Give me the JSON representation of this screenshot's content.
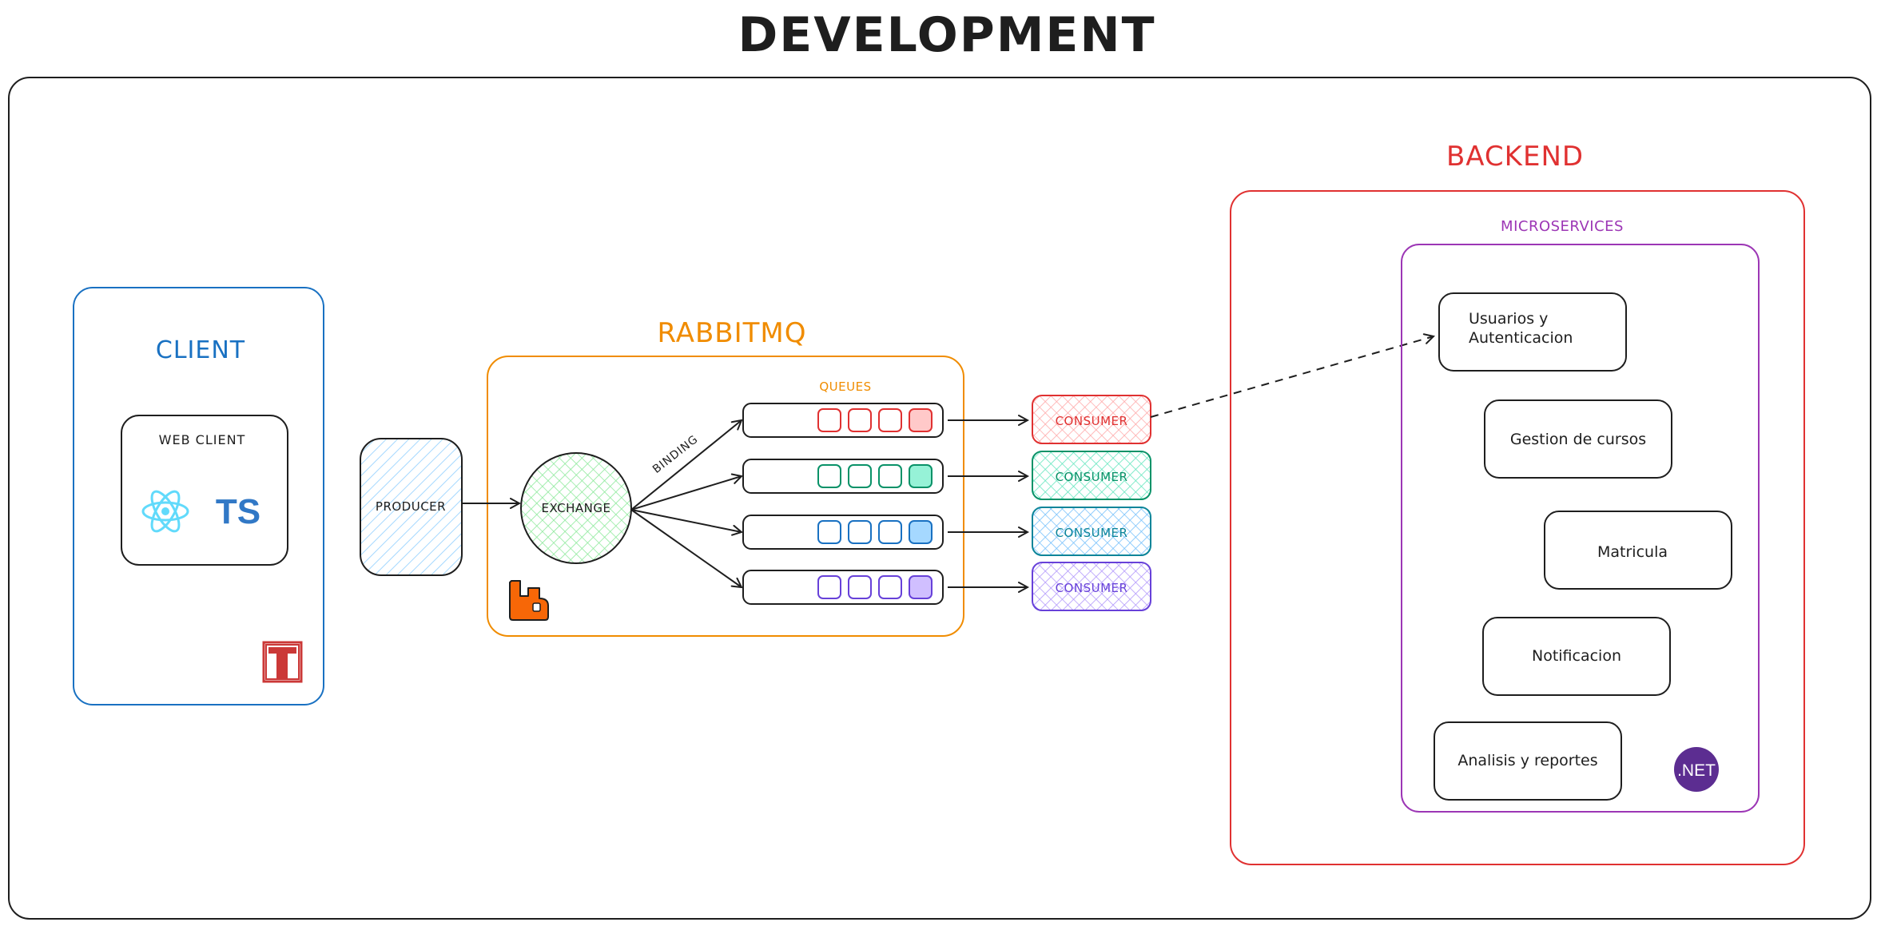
{
  "title": "DEVELOPMENT",
  "client": {
    "label": "CLIENT",
    "web_client": {
      "label": "WEB CLIENT",
      "ts_badge": "TS",
      "icons": [
        "react-icon",
        "typescript-icon",
        "npm-icon"
      ]
    }
  },
  "producer": {
    "label": "PRODUCER"
  },
  "rabbitmq": {
    "label": "RABBITMQ",
    "exchange_label": "EXCHANGE",
    "binding_label": "BINDING",
    "queues_label": "QUEUES",
    "icon": "rabbitmq-icon",
    "queues": [
      {
        "color": "#e03131",
        "fill": "#ffc9c9"
      },
      {
        "color": "#099268",
        "fill": "#96f2d7"
      },
      {
        "color": "#1971c2",
        "fill": "#a5d8ff"
      },
      {
        "color": "#6741d9",
        "fill": "#d0bfff"
      }
    ]
  },
  "consumers": [
    {
      "label": "CONSUMER",
      "color": "#e03131",
      "fill": "#ffc9c9"
    },
    {
      "label": "CONSUMER",
      "color": "#099268",
      "fill": "#96f2d7"
    },
    {
      "label": "CONSUMER",
      "color": "#0c8599",
      "fill": "#99e9f2"
    },
    {
      "label": "CONSUMER",
      "color": "#6741d9",
      "fill": "#d0bfff"
    }
  ],
  "backend": {
    "label": "BACKEND",
    "microservices_label": "MICROSERVICES",
    "dotnet_badge": ".NET",
    "services": [
      {
        "label_line1": "Usuarios y",
        "label_line2": "Autenticacion"
      },
      {
        "label": "Gestion de cursos"
      },
      {
        "label": "Matricula"
      },
      {
        "label": "Notificacion"
      },
      {
        "label": "Analisis y reportes"
      }
    ]
  },
  "colors": {
    "client": "#1971c2",
    "rabbitmq": "#f08c00",
    "backend": "#e03131",
    "microservices": "#9c36b5",
    "dotnet": "#5c2d91",
    "npm": "#cb3837",
    "react": "#61dafb",
    "typescript": "#3178c6",
    "ink": "#1e1e1e"
  }
}
